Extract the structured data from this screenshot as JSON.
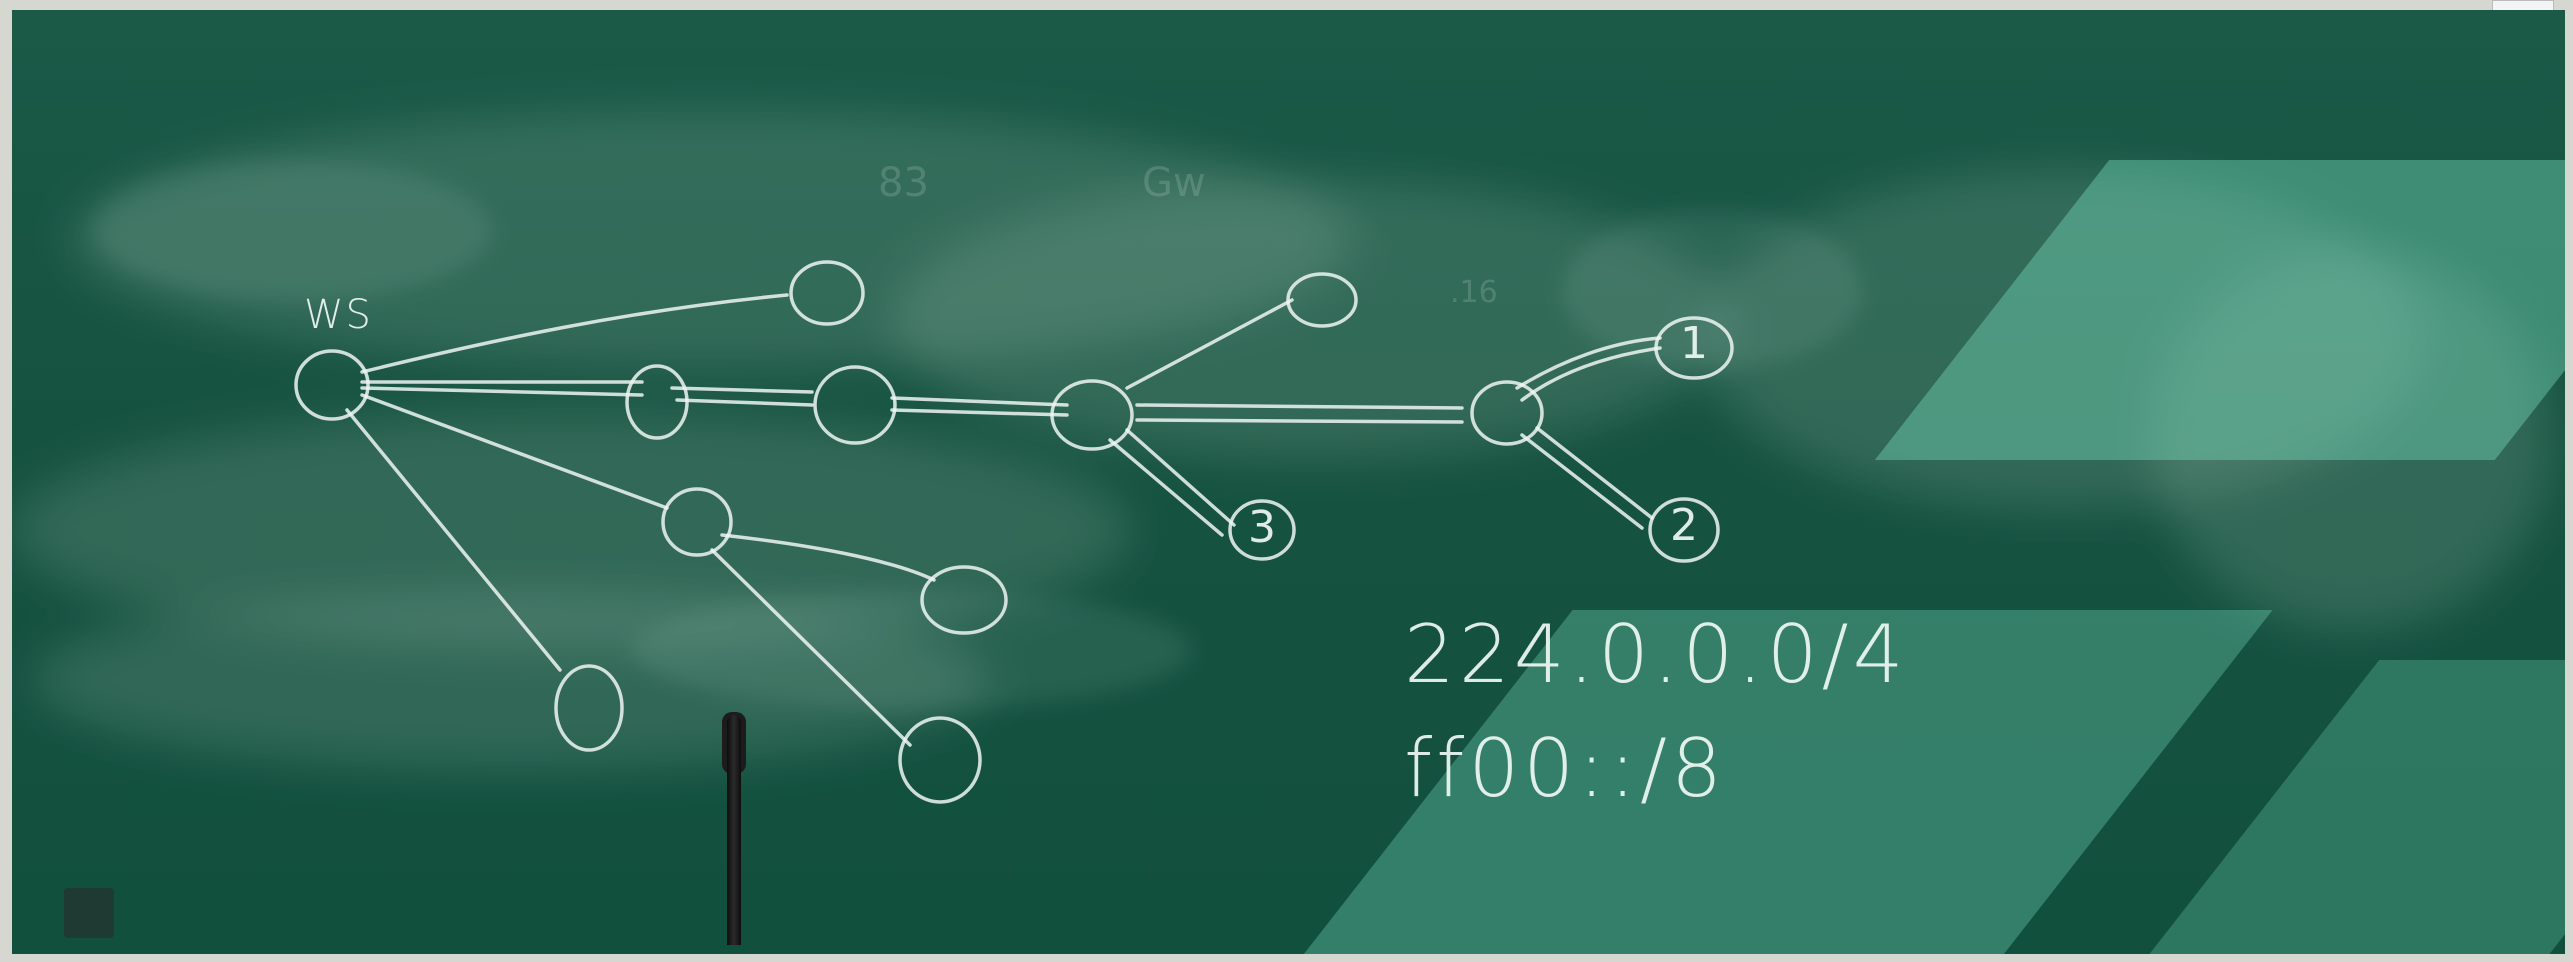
{
  "image": {
    "description_colors": {
      "board": "#165240",
      "chalk": "#eef6f2",
      "sunlight": "#5fd2b0",
      "frame": "#d7d7d1"
    }
  },
  "labels": {
    "source_node": "WS",
    "ipv4_multicast": "224.0.0.0/4",
    "ipv6_multicast": "ff00::/8",
    "node_1": "1",
    "node_2": "2",
    "node_3": "3"
  }
}
